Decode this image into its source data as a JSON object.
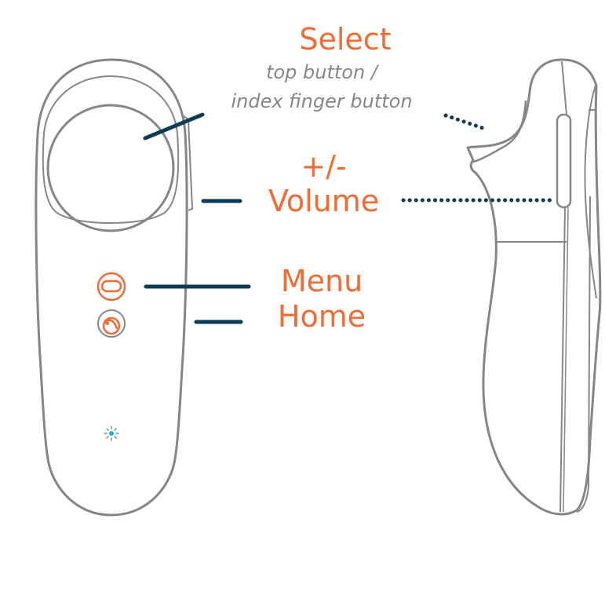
{
  "diagram": {
    "title": "Controller button layout",
    "colors": {
      "accent": "#f26b35",
      "leader": "#0d3b56",
      "outline": "#85868a",
      "led": "#1eaee8"
    },
    "labels": {
      "select": {
        "title": "Select",
        "subtitle_line1": "top button /",
        "subtitle_line2": "index finger button"
      },
      "volume": {
        "line1": "+/-",
        "line2": "Volume"
      },
      "menu": {
        "title": "Menu"
      },
      "home": {
        "title": "Home"
      }
    },
    "parts": {
      "front_view": "controller front view",
      "side_view": "controller side view",
      "touchpad": "touchpad",
      "menu_button": "menu-icon",
      "home_button": "home-icon",
      "status_led": "status-light-icon",
      "trigger": "index finger trigger",
      "volume_rocker": "volume rocker"
    }
  }
}
